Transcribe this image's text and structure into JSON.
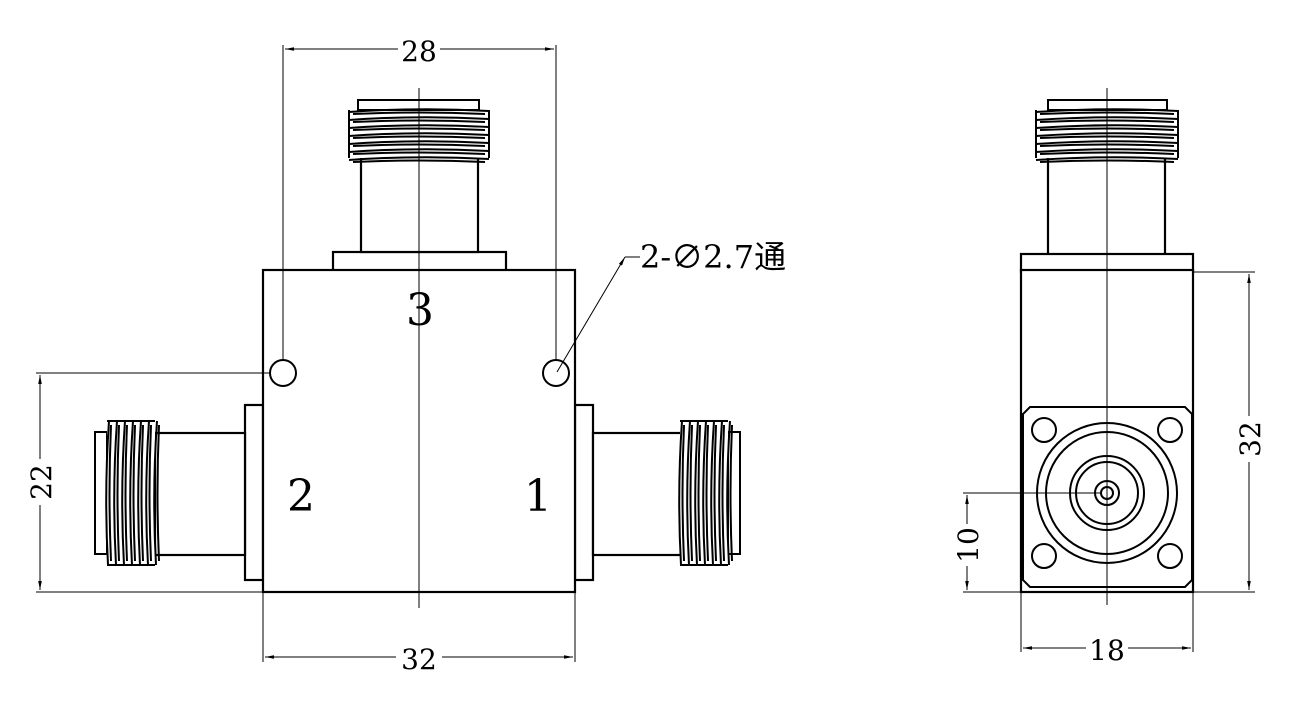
{
  "front_view": {
    "port_labels": {
      "port1": "1",
      "port2": "2",
      "port3": "3"
    },
    "dimensions": {
      "top_width": "28",
      "bottom_width": "32",
      "height": "22"
    },
    "hole_note": "2-∅2.7通"
  },
  "side_view": {
    "dimensions": {
      "height": "32",
      "width": "18",
      "center_offset": "10"
    }
  },
  "colors": {
    "line": "#000000",
    "background": "#ffffff"
  }
}
